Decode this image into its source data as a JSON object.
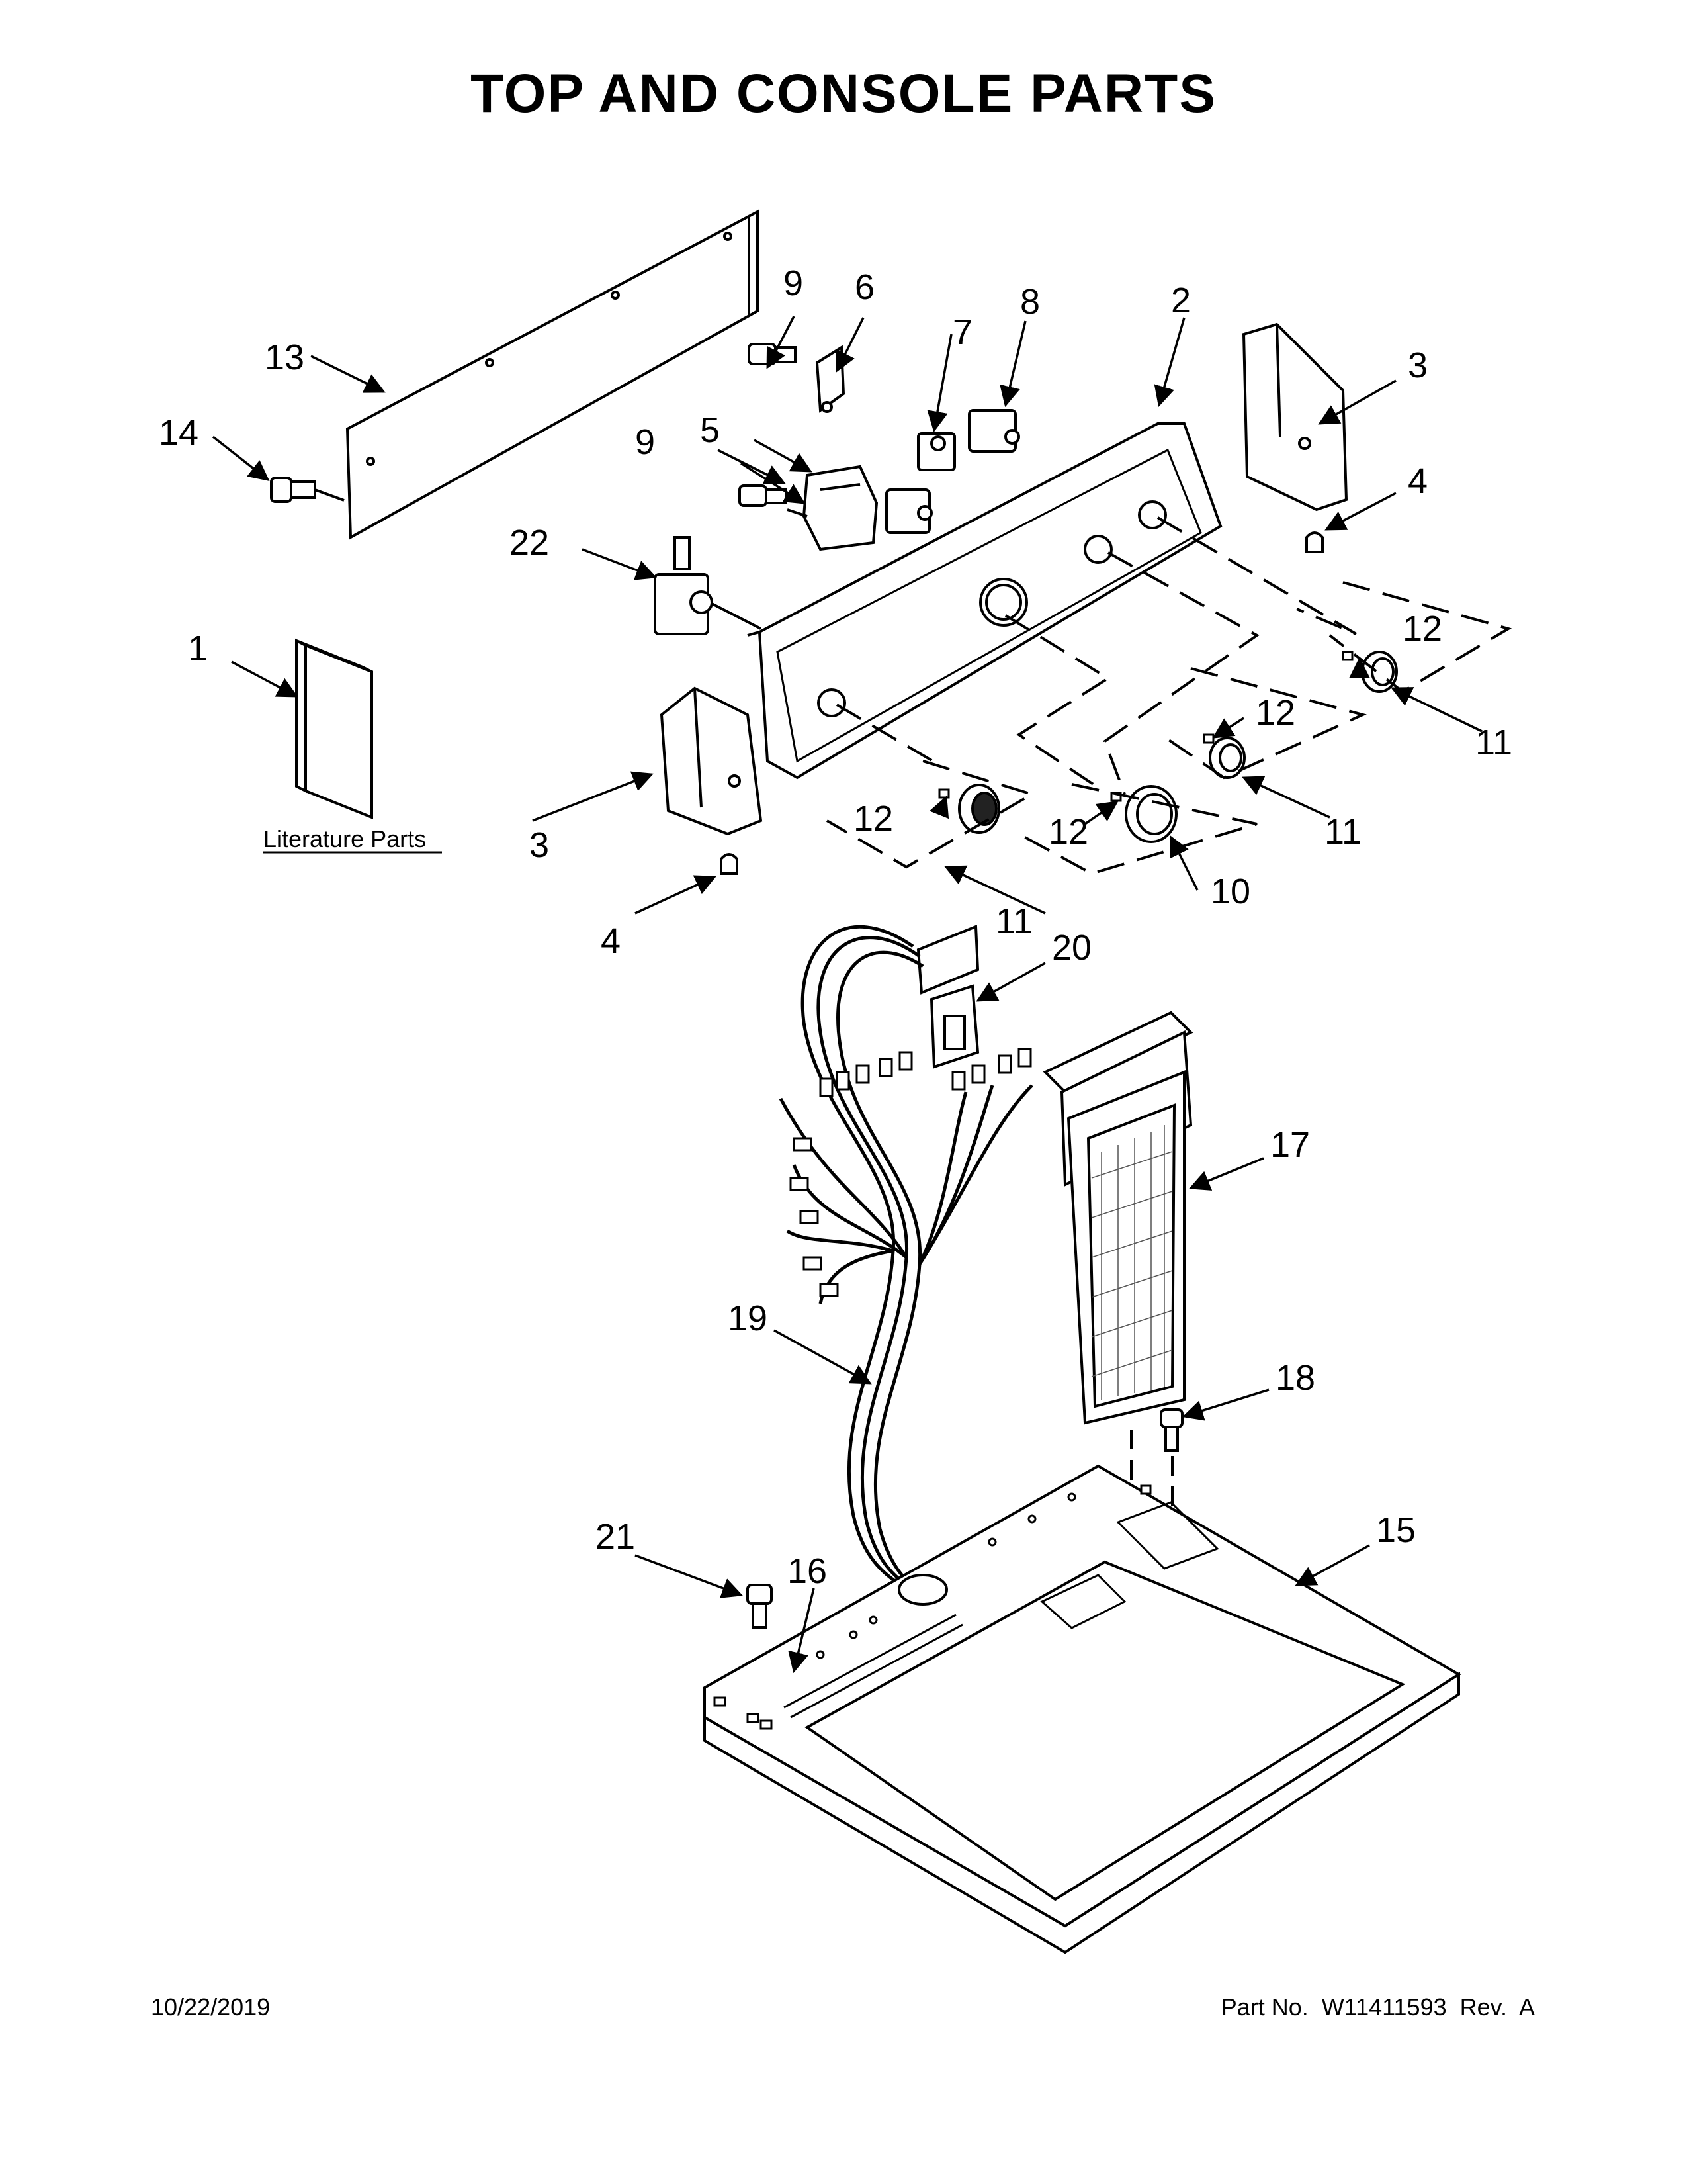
{
  "title": "TOP AND CONSOLE PARTS",
  "literature_label": "Literature Parts",
  "callouts": {
    "c1": "1",
    "c2": "2",
    "c3a": "3",
    "c3b": "3",
    "c4a": "4",
    "c4b": "4",
    "c5": "5",
    "c6": "6",
    "c7": "7",
    "c8": "8",
    "c9a": "9",
    "c9b": "9",
    "c10": "10",
    "c11a": "11",
    "c11b": "11",
    "c11c": "11",
    "c12a": "12",
    "c12b": "12",
    "c12c": "12",
    "c12d": "12",
    "c13": "13",
    "c14": "14",
    "c15": "15",
    "c16": "16",
    "c17": "17",
    "c18": "18",
    "c19": "19",
    "c20": "20",
    "c21": "21",
    "c22": "22"
  },
  "footer": {
    "date": "10/22/2019",
    "part_number": "Part No.  W11411593  Rev.  A"
  }
}
